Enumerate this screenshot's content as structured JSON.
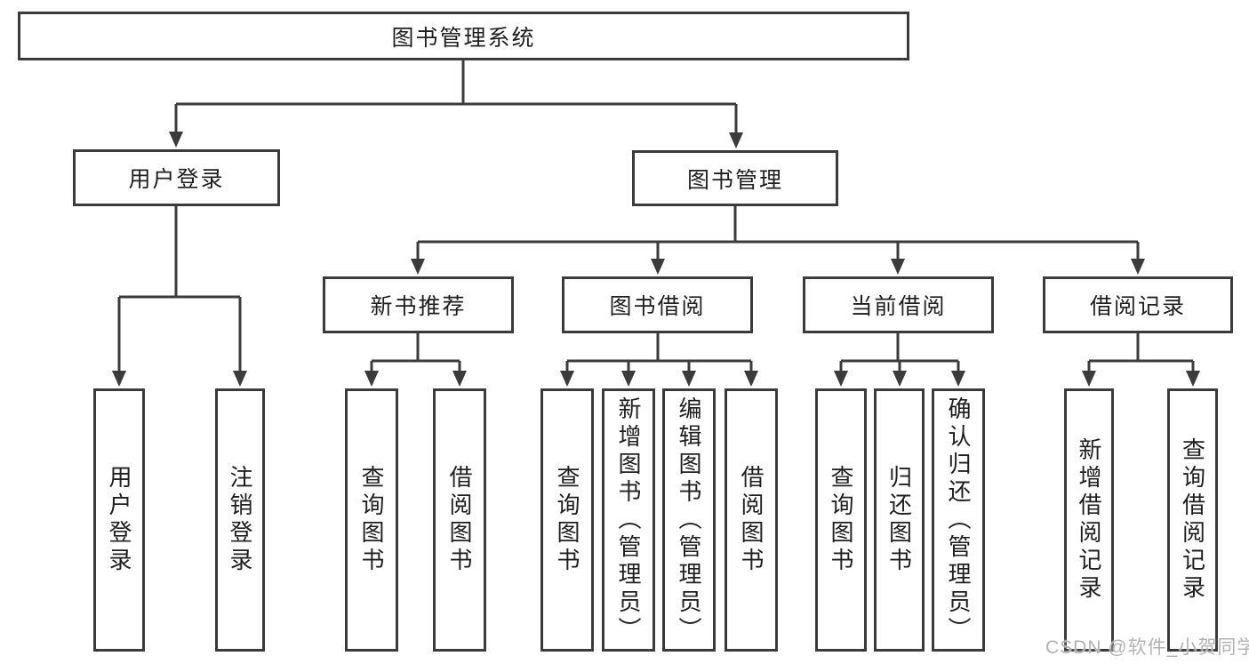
{
  "diagram": {
    "root": {
      "label": "图书管理系统"
    },
    "branches": [
      {
        "label": "用户登录",
        "children": [
          {
            "label": "用户登录"
          },
          {
            "label": "注销登录"
          }
        ]
      },
      {
        "label": "图书管理",
        "children": [
          {
            "label": "新书推荐",
            "children": [
              {
                "label": "查询图书"
              },
              {
                "label": "借阅图书"
              }
            ]
          },
          {
            "label": "图书借阅",
            "children": [
              {
                "label": "查询图书"
              },
              {
                "label": "新增图书（管理员）"
              },
              {
                "label": "编辑图书（管理员）"
              },
              {
                "label": "借阅图书"
              }
            ]
          },
          {
            "label": "当前借阅",
            "children": [
              {
                "label": "查询图书"
              },
              {
                "label": "归还图书"
              },
              {
                "label": "确认归还（管理员）"
              }
            ]
          },
          {
            "label": "借阅记录",
            "children": [
              {
                "label": "新增借阅记录"
              },
              {
                "label": "查询借阅记录"
              }
            ]
          }
        ]
      }
    ]
  },
  "watermark": {
    "text": "CSDN @软件_小贺同学"
  },
  "colors": {
    "line": "#3b3b3b",
    "text": "#1f1f1f",
    "watermark": "#b3b3b3",
    "background": "#ffffff"
  }
}
